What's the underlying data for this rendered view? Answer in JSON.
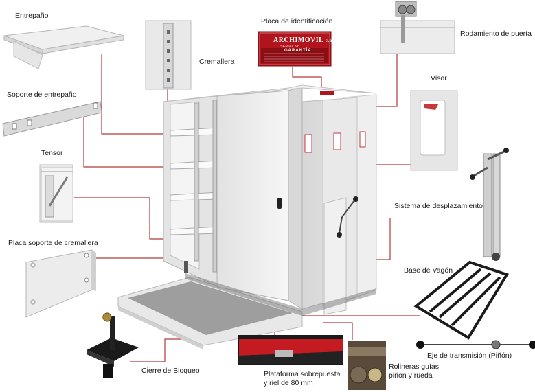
{
  "labels": {
    "entrepano": "Entrepaño",
    "soporte_entrepano": "Soporte de entrepaño",
    "tensor": "Tensor",
    "placa_soporte_cremallera": "Placa soporte de cremallera",
    "cremallera": "Cremallera",
    "placa_identificacion": "Placa de identificación",
    "rodamiento_puerta": "Rodamiento de puerta",
    "visor": "Visor",
    "sistema_desplazamiento": "Sistema de desplazamiento",
    "base_vagon": "Base de Vagón",
    "eje_transmision": "Eje de transmisión (Piñón)",
    "rolineras": "Rolineras guías, piñon y rueda",
    "plataforma": "Plataforma sobrepuesta y riel de 80 mm",
    "cierre_bloqueo": "Cierre de Bloqueo"
  },
  "plate": {
    "brand": "ARCHIMOVIL",
    "brand_suffix": "c.a.",
    "serial": "SERIAL No.",
    "guarantee": "GARANTÍA"
  },
  "colors": {
    "leader_line": "#c0392b",
    "cabinet": "#ececec",
    "plate_red": "#b0141c"
  }
}
